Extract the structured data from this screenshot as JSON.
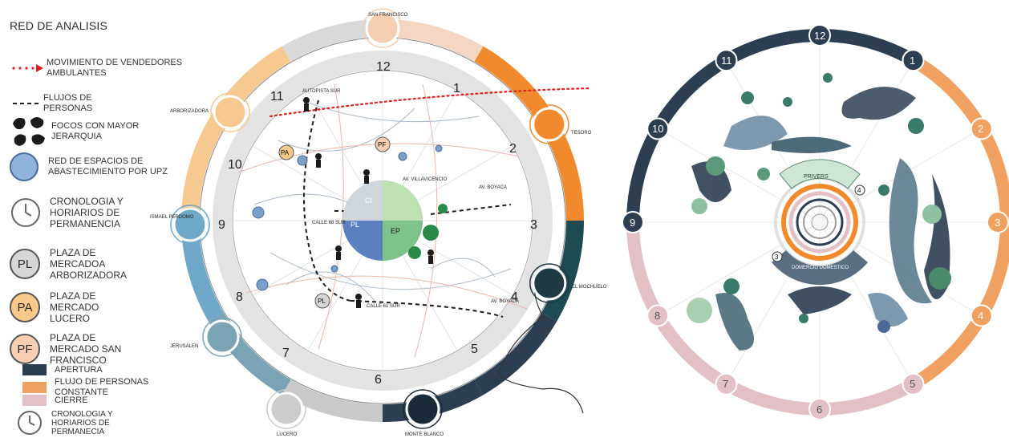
{
  "legend": {
    "title": "RED DE ANALISIS",
    "items": [
      {
        "label": "MOVIMIENTO DE VENDEDORES AMBULANTES",
        "icon": "red-dotted-arrow-icon"
      },
      {
        "label": "FLUJOS DE PERSONAS",
        "icon": "black-dashed-line-icon"
      },
      {
        "label": "FOCOS CON MAYOR JERARQUIA",
        "icon": "black-blob-icon"
      },
      {
        "label": "RED DE ESPACIOS DE ABASTECIMIENTO POR UPZ",
        "icon": "blue-circle-icon"
      },
      {
        "label": "CRONOLOGIA Y HORIARIOS DE PERMANENCIA",
        "icon": "clock-icon"
      },
      {
        "label": "PLAZA DE MERCADOA ARBORIZADORA",
        "badge": "PL"
      },
      {
        "label": "PLAZA DE MERCADO LUCERO",
        "badge": "PA"
      },
      {
        "label": "PLAZA DE MERCADO SAN FRANCISCO",
        "badge": "PF"
      }
    ],
    "swatches": [
      {
        "label": "APERTURA",
        "color": "#2c3e50"
      },
      {
        "label": "FLUJO DE PERSONAS CONSTANTE",
        "color": "#f0a060"
      },
      {
        "label": "CIERRE",
        "color": "#e2c0c5"
      }
    ],
    "clock_note": "CRONOLOGIA Y HORIARIOS DE PERMANECIA"
  },
  "left_diagram": {
    "hours": [
      "1",
      "2",
      "3",
      "4",
      "5",
      "6",
      "7",
      "8",
      "9",
      "10",
      "11",
      "12"
    ],
    "places": {
      "san_francisco": "SAN FRANCISCO",
      "tesoro": "TESORO",
      "el_mochuelo": "EL MOCHUELO",
      "monte_blanco": "MONTE BLANCO",
      "lucero": "LUCERO",
      "jerusalen": "JERUSALEN",
      "ismael_perdomo": "ISMAEL PERDOMO",
      "arborizadora": "ARBORIZADORA"
    },
    "streets": {
      "autopista_sur": "AUTOPISTA SUR",
      "av_villavicencio": "AV. VILLAVICENCIO",
      "av_boyaca_1": "AV. BOYACA",
      "calle_68": "CALLE 68 SUR",
      "calle_61": "CALLE 61 SUR",
      "av_boyaca_2": "AV. BOYACA"
    },
    "center_labels": {
      "ci": "CI",
      "pl": "PL",
      "ep": "EP"
    },
    "badges": {
      "pa": "PA",
      "pf": "PF",
      "pl": "PL"
    }
  },
  "right_diagram": {
    "hours": [
      "1",
      "2",
      "3",
      "4",
      "5",
      "6",
      "7",
      "8",
      "9",
      "10",
      "11",
      "12"
    ],
    "band_top": "PRIVERS",
    "band_bottom": "DOMERCIO DOMESTICO",
    "marker_4": "4",
    "marker_3": "3"
  },
  "colors": {
    "apertura": "#2c3e50",
    "constante": "#f0a060",
    "cierre": "#e2c0c5",
    "orange": "#f08a2c",
    "teal": "#1e4a52",
    "blue": "#6fa8c8",
    "green": "#4caf6a"
  }
}
